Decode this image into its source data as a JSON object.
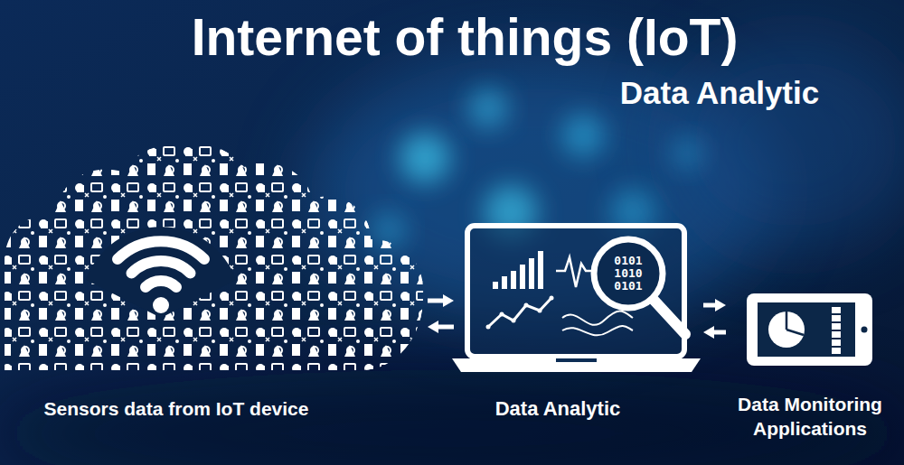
{
  "diagram": {
    "title": "Internet of things (IoT)",
    "nodes": [
      {
        "text": [
          "Sensors data from IoT device"
        ]
      },
      {
        "text": [
          "Data Analytic"
        ]
      },
      {
        "text": [
          "Data Monitoring Applications"
        ]
      }
    ],
    "edges": [
      {
        "from": 0,
        "to": 1,
        "arrow": "both"
      },
      {
        "from": 1,
        "to": 2,
        "arrow": "both"
      }
    ],
    "labels": [
      "Data Analytic",
      "0101",
      "1010",
      "0101"
    ]
  }
}
